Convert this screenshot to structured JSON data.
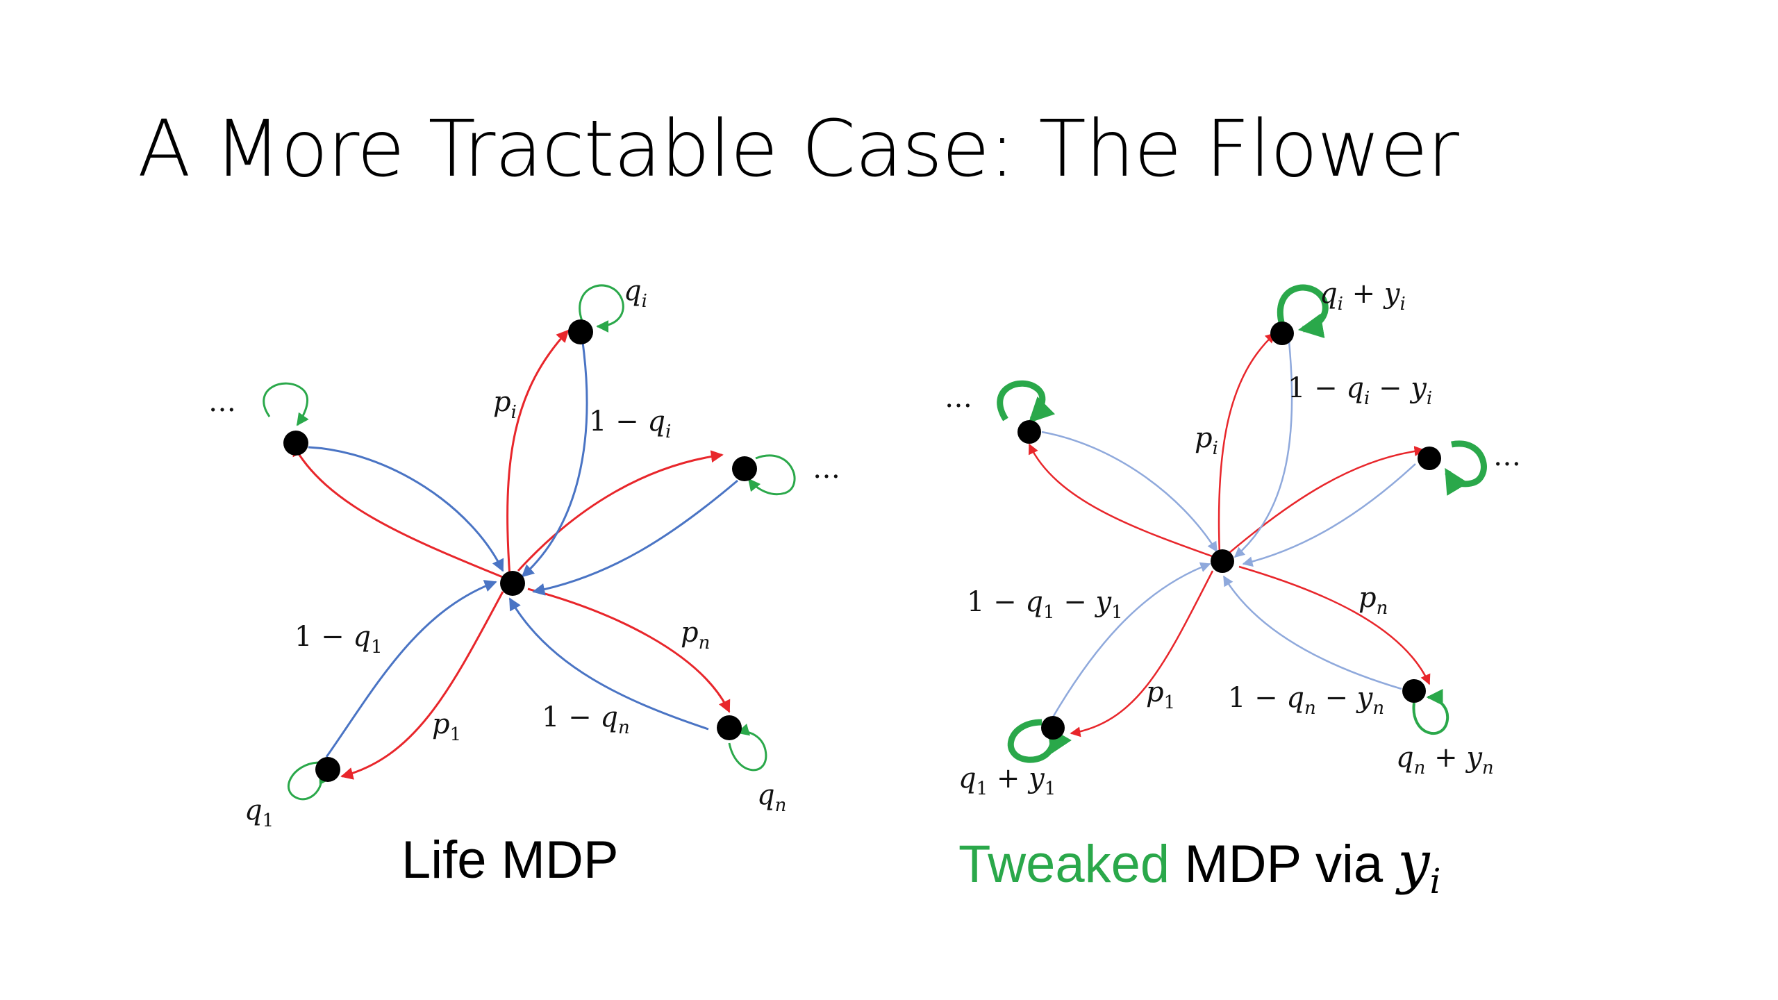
{
  "title": "A More Tractable Case: The Flower",
  "left_caption": "Life MDP",
  "right_caption": {
    "tweaked": "Tweaked",
    "rest": "MDP via",
    "var": "y",
    "sub": "i"
  },
  "colors": {
    "red": "#e8262b",
    "blue": "#4a74c4",
    "blue_light": "#8fa9dc",
    "green": "#2aa84a"
  },
  "left_labels": {
    "qi": {
      "base": "q",
      "sub": "i"
    },
    "pi": {
      "base": "p",
      "sub": "i"
    },
    "one_minus_qi": {
      "pre": "1 − ",
      "base": "q",
      "sub": "i"
    },
    "one_minus_q1": {
      "pre": "1 − ",
      "base": "q",
      "sub": "1"
    },
    "p1": {
      "base": "p",
      "sub": "1"
    },
    "one_minus_qn": {
      "pre": "1 − ",
      "base": "q",
      "sub": "n"
    },
    "pn": {
      "base": "p",
      "sub": "n"
    },
    "q1": {
      "base": "q",
      "sub": "1"
    },
    "qn": {
      "base": "q",
      "sub": "n"
    },
    "dots_left": "…",
    "dots_right": "…"
  },
  "right_labels": {
    "qi_yi": {
      "a": "q",
      "asub": "i",
      "op": " + ",
      "b": "y",
      "bsub": "i"
    },
    "one_minus_qi_yi": {
      "pre": "1 − ",
      "a": "q",
      "asub": "i",
      "op": " − ",
      "b": "y",
      "bsub": "i"
    },
    "pi": {
      "base": "p",
      "sub": "i"
    },
    "pn": {
      "base": "p",
      "sub": "n"
    },
    "one_minus_q1_y1": {
      "pre": "1 − ",
      "a": "q",
      "asub": "1",
      "op": " − ",
      "b": "y",
      "bsub": "1"
    },
    "p1": {
      "base": "p",
      "sub": "1"
    },
    "one_minus_qn_yn": {
      "pre": "1 − ",
      "a": "q",
      "asub": "n",
      "op": " − ",
      "b": "y",
      "bsub": "n"
    },
    "q1_y1": {
      "a": "q",
      "asub": "1",
      "op": " + ",
      "b": "y",
      "bsub": "1"
    },
    "qn_yn": {
      "a": "q",
      "asub": "n",
      "op": " + ",
      "b": "y",
      "bsub": "n"
    },
    "dots_left": "…",
    "dots_right": "…"
  }
}
